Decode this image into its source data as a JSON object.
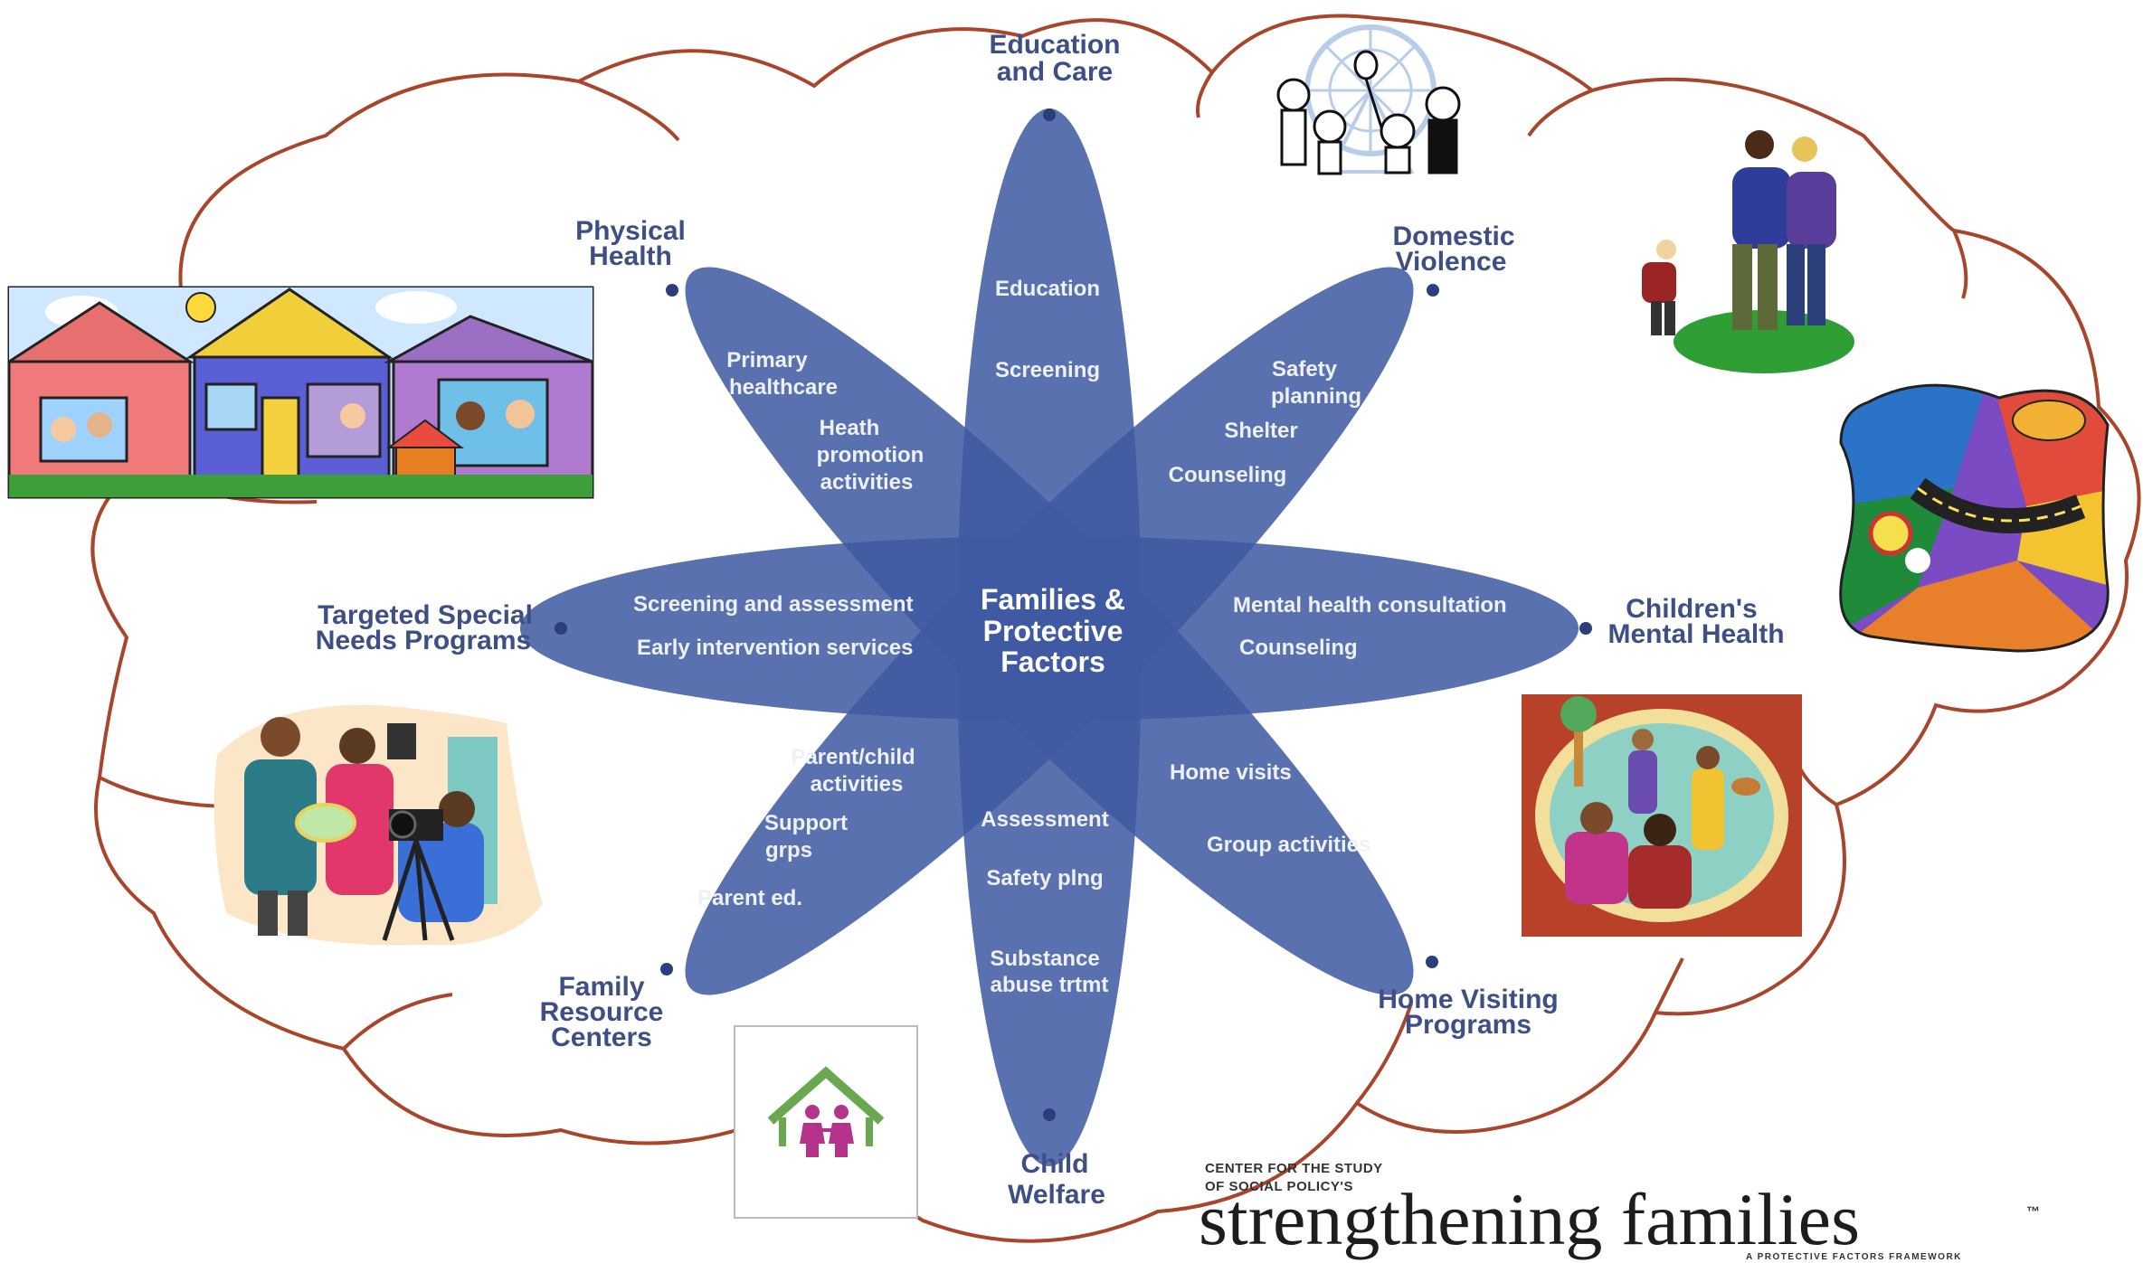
{
  "center": {
    "line1": "Families &",
    "line2": "Protective",
    "line3": "Factors"
  },
  "programs": {
    "education": {
      "l1": "Education",
      "l2": "and Care",
      "services": [
        "Education",
        "Screening"
      ]
    },
    "domestic": {
      "l1": "Domestic",
      "l2": "Violence",
      "services": [
        "Safety",
        "planning",
        "Shelter",
        "Counseling"
      ]
    },
    "mental": {
      "l1": "Children's",
      "l2": "Mental Health",
      "services": [
        "Mental health consultation",
        "Counseling"
      ]
    },
    "home": {
      "l1": "Home Visiting",
      "l2": "Programs",
      "services": [
        "Home visits",
        "Group activities"
      ]
    },
    "welfare": {
      "l1": "Child",
      "l2": "Welfare",
      "services": [
        "Assessment",
        "Safety plng",
        "Substance",
        "abuse trtmt"
      ]
    },
    "family": {
      "l1": "Family",
      "l2": "Resource",
      "l3": "Centers",
      "services": [
        "Parent/child",
        "activities",
        "Support",
        "grps",
        "Parent ed."
      ]
    },
    "targeted": {
      "l1": "Targeted Special",
      "l2": "Needs Programs",
      "services": [
        "Screening and assessment",
        "Early intervention services"
      ]
    },
    "physical": {
      "l1": "Physical",
      "l2": "Health",
      "services": [
        "Primary",
        "healthcare",
        "Heath",
        "promotion",
        "activities"
      ]
    }
  },
  "logo": {
    "line1": "CENTER FOR THE STUDY",
    "line2": "OF SOCIAL POLICY'S",
    "wordmark": "strengthening families",
    "trademark": "™",
    "tagline": "A PROTECTIVE FACTORS FRAMEWORK"
  },
  "colors": {
    "petal": "#4a63a8",
    "cloud_outline": "#a8452a",
    "label": "#3d4f86",
    "house_roof": "#6aa84f",
    "family_icon": "#b5338a"
  },
  "clipart": [
    "neighborhood-houses",
    "family-ferris-wheel",
    "family-walking",
    "summer-activities",
    "office-camera-crew",
    "community-picnic",
    "home-family-icon"
  ]
}
